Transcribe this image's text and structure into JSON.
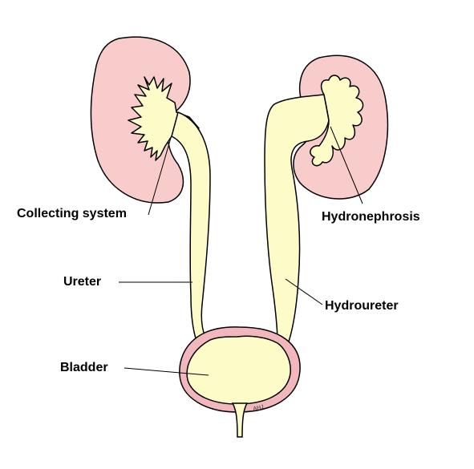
{
  "colors": {
    "kidney": "#f9cccc",
    "urine": "#fdfcc9",
    "bladder_wall": "#f2b7bc",
    "outline": "#000000"
  },
  "labels": {
    "collecting_system": "Collecting system",
    "ureter": "Ureter",
    "bladder": "Bladder",
    "hydronephrosis": "Hydronephrosis",
    "hydroureter": "Hydroureter"
  },
  "artist_signature": "AHJ"
}
